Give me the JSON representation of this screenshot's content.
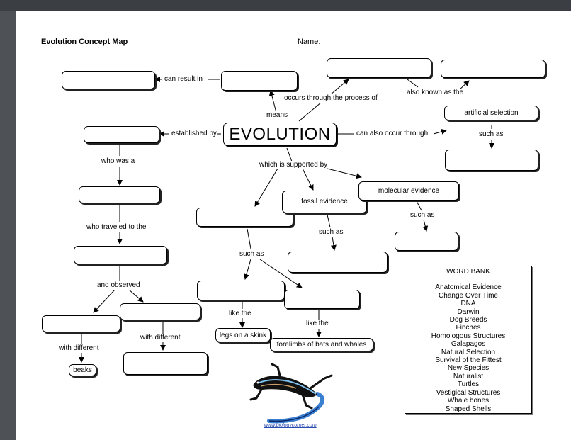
{
  "header": {
    "title": "Evolution Concept Map",
    "name_label": "Name:"
  },
  "map": {
    "center": "EVOLUTION",
    "links": {
      "can_result_in": "can result in",
      "means": "means",
      "occurs_through": "occurs through the process of",
      "also_known_as": "also known as the",
      "established_by": "established by",
      "can_also_occur": "can also occur through",
      "such_as_artificial": "such as",
      "who_was_a": "who was a",
      "supported_by": "which is supported by",
      "who_traveled": "who traveled to the",
      "and_observed": "and observed",
      "with_different_1": "with different",
      "with_different_2": "with different",
      "such_as_anatomical": "such as",
      "like_the_1": "like the",
      "like_the_2": "like the",
      "such_as_fossil": "such as",
      "such_as_molecular": "such as"
    },
    "filled": {
      "artificial_selection": "artificial selection",
      "fossil_evidence": "fossil evidence",
      "molecular_evidence": "molecular evidence",
      "legs_on_skink": "legs on a skink",
      "forelimbs": "forelimbs of bats and whales",
      "beaks": "beaks"
    }
  },
  "word_bank": {
    "title": "WORD BANK",
    "words": [
      "Anatomical Evidence",
      "Change Over Time",
      "DNA",
      "Darwin",
      "Dog Breeds",
      "Finches",
      "Homologous Structures",
      "Galapagos",
      "Natural Selection",
      "Survival of the Fittest",
      "New Species",
      "Naturalist",
      "Turtles",
      "Vestigical Structures",
      "Whale bones",
      "Shaped Shells"
    ]
  },
  "credit": "www.biologycorner.com"
}
